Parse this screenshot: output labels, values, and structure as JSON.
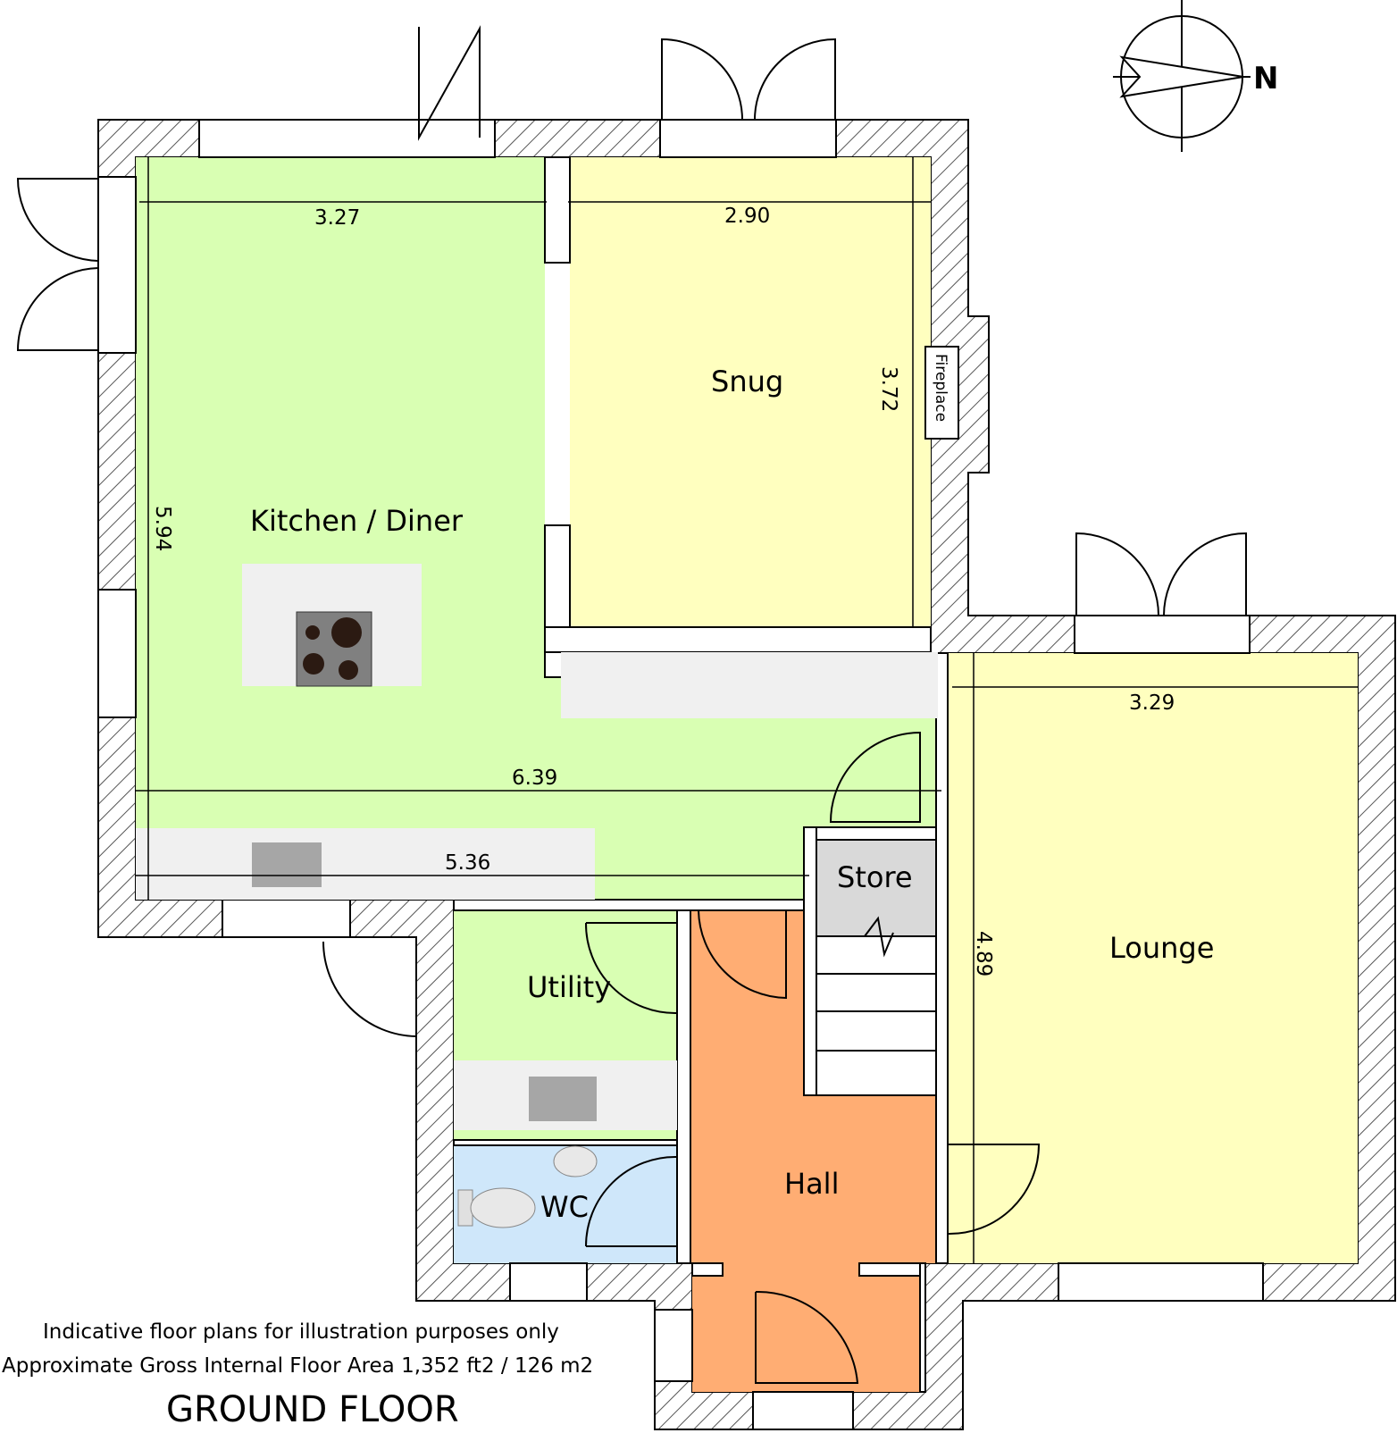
{
  "rooms": {
    "kitchen": {
      "name": "Kitchen / Diner",
      "width": "3.27",
      "length": "5.94",
      "overall": "6.39",
      "counter": "5.36"
    },
    "snug": {
      "name": "Snug",
      "width": "2.90",
      "length": "3.72"
    },
    "lounge": {
      "name": "Lounge",
      "width": "3.29",
      "length": "4.89"
    },
    "utility": {
      "name": "Utility"
    },
    "wc": {
      "name": "WC"
    },
    "hall": {
      "name": "Hall"
    },
    "store": {
      "name": "Store"
    }
  },
  "labels": {
    "fireplace": "Fireplace",
    "north": "N"
  },
  "notes": {
    "line1": "Indicative floor plans for illustration purposes only",
    "line2": "Approximate Gross Internal Floor Area 1,352 ft2 / 126 m2",
    "title": "GROUND FLOOR"
  },
  "colors": {
    "kitchen": "#d9ffb3",
    "snug": "#ffffbf",
    "lounge": "#ffffbf",
    "utility": "#d9ffb3",
    "wc": "#cfe7fa",
    "hall": "#ffad73",
    "store": "#d9d9d9"
  }
}
